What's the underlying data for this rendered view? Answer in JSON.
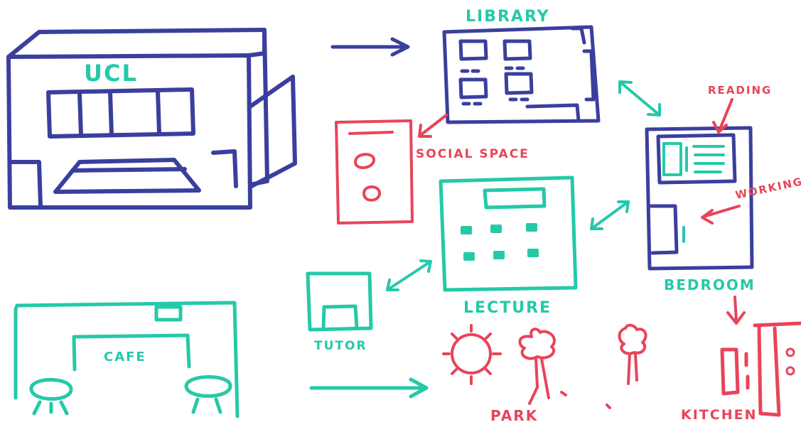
{
  "colors": {
    "blue": "#3a3f9e",
    "teal": "#25c9a8",
    "red": "#e8445a"
  },
  "labels": {
    "ucl": "UCL",
    "library": "LIBRARY",
    "social_space": "SOCIAL SPACE",
    "reading": "READING",
    "working": "WORKING",
    "bedroom": "BEDROOM",
    "lecture": "LECTURE",
    "tutor": "TUTOR",
    "cafe": "CAFE",
    "park": "PARK",
    "kitchen": "KITCHEN"
  }
}
